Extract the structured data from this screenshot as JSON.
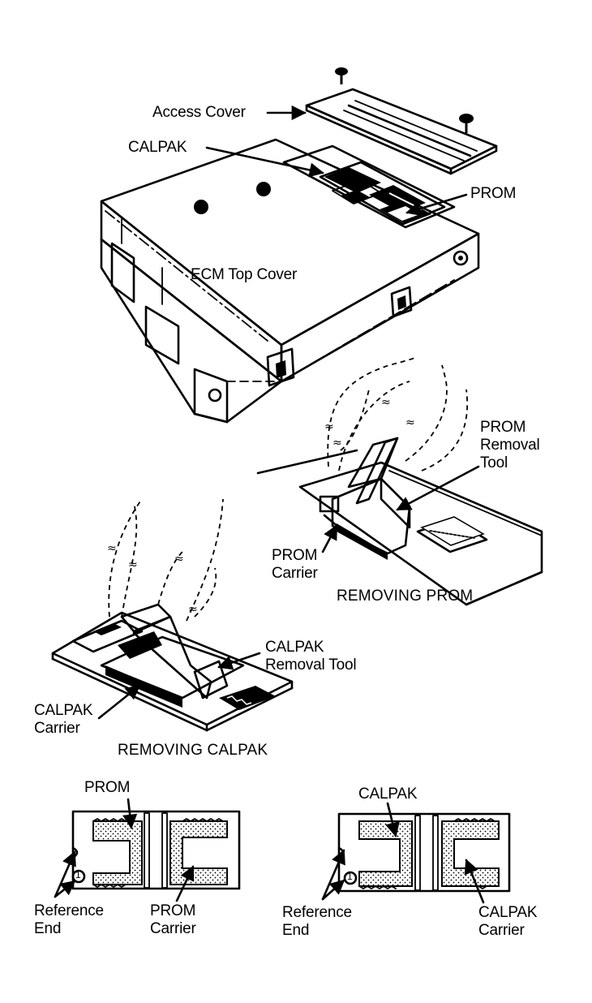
{
  "labels": {
    "access_cover": "Access Cover",
    "calpak_top": "CALPAK",
    "prom_top": "PROM",
    "ecm_top_cover": "ECM Top Cover",
    "prom_removal_tool": "PROM\nRemoval\nTool",
    "prom_carrier": "PROM\nCarrier",
    "removing_prom": "REMOVING PROM",
    "calpak_removal_tool": "CALPAK\nRemoval Tool",
    "calpak_carrier": "CALPAK\nCarrier",
    "removing_calpak": "REMOVING CALPAK",
    "prom_detail": "PROM",
    "reference_end_left": "Reference\nEnd",
    "prom_carrier_detail": "PROM\nCarrier",
    "calpak_detail": "CALPAK",
    "reference_end_right": "Reference\nEnd",
    "calpak_carrier_detail": "CALPAK\nCarrier",
    "pin_one_left": "1",
    "pin_one_right": "1"
  },
  "colors": {
    "ink": "#000000",
    "paper": "#ffffff"
  },
  "icons": [
    "screw-icon",
    "arrow-icon"
  ]
}
